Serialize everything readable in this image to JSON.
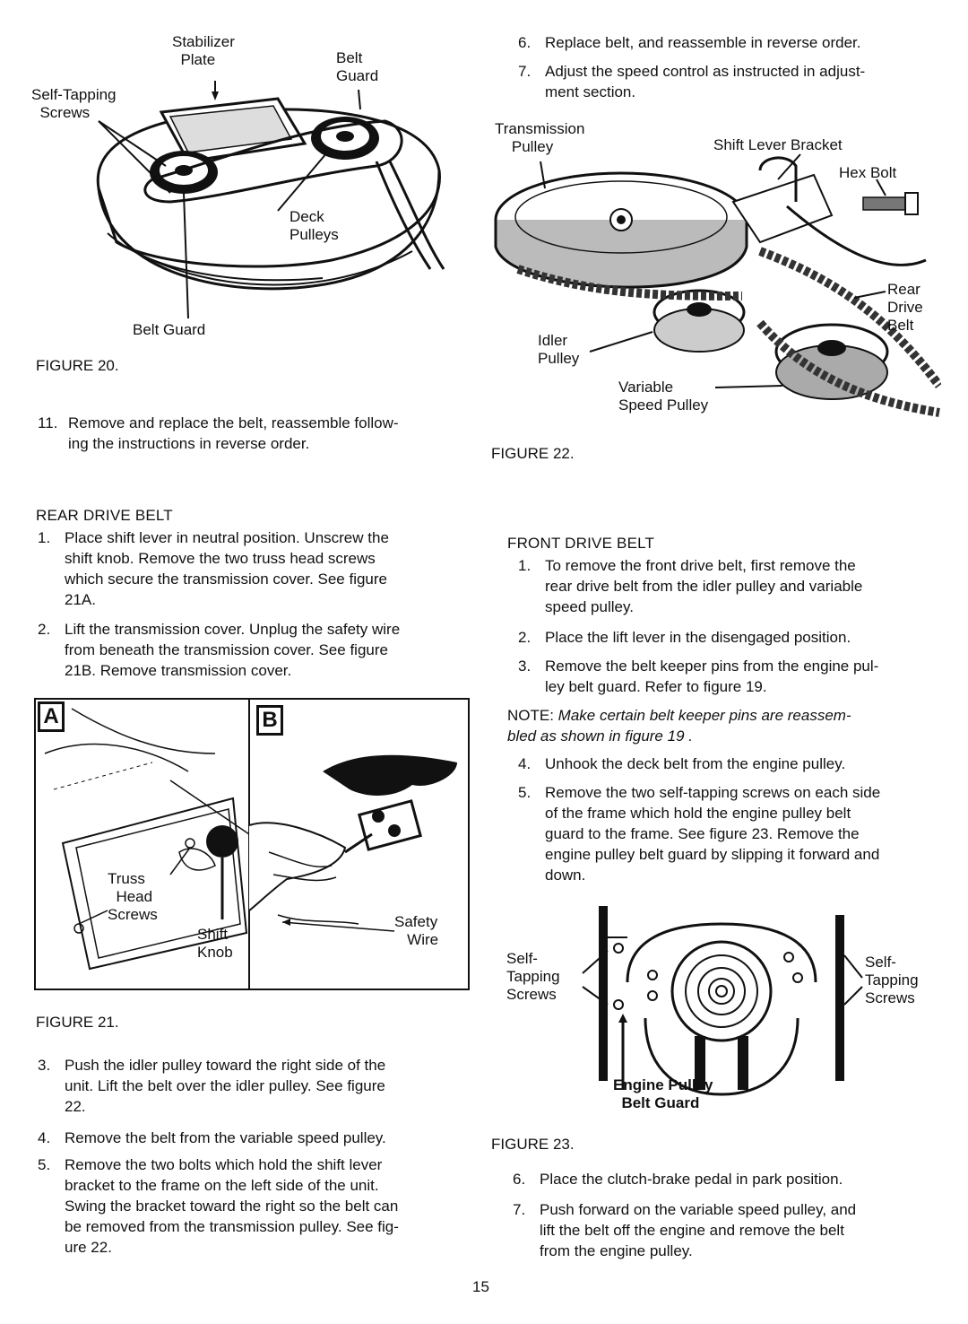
{
  "figure20": {
    "labels": {
      "stabilizer_plate": "Stabilizer\n  Plate",
      "belt_guard_top": "Belt\nGuard",
      "self_tapping_screws": "Self-Tapping\n  Screws",
      "deck_pulleys": "Deck\nPulleys",
      "belt_guard_bottom": "Belt Guard"
    },
    "caption": "FIGURE 20."
  },
  "step11": {
    "num": "11.",
    "text": "Remove and replace the belt, reassemble follow-\ning the instructions in reverse order."
  },
  "rear_drive_belt": {
    "heading": "REAR DRIVE BELT",
    "steps": [
      {
        "num": "1.",
        "text": "Place shift lever in neutral position. Unscrew the\nshift knob. Remove the two truss head screws\nwhich secure the transmission cover. See figure\n21A."
      },
      {
        "num": "2.",
        "text": "Lift the transmission cover. Unplug the safety wire\nfrom beneath the transmission cover. See figure\n21B. Remove transmission cover."
      }
    ]
  },
  "figure21": {
    "tag_a": "A",
    "tag_b": "B",
    "labels": {
      "truss_head_screws": "Truss\n  Head\nScrews",
      "shift_knob": "Shift\nKnob",
      "safety_wire": "Safety\n   Wire"
    },
    "caption": "FIGURE 21."
  },
  "rear_steps_2": [
    {
      "num": "3.",
      "text": "Push the idler pulley toward the right side of the\nunit. Lift the belt over the idler pulley. See figure\n22."
    },
    {
      "num": "4.",
      "text": "Remove the belt from the variable speed pulley."
    },
    {
      "num": "5.",
      "text": "Remove the two bolts which hold the shift lever\nbracket to the frame on the left side of the unit.\nSwing the bracket toward the right so the belt can\nbe removed from the transmission pulley. See fig-\nure 22."
    }
  ],
  "right_top_steps": [
    {
      "num": "6.",
      "text": "Replace belt, and reassemble in reverse order."
    },
    {
      "num": "7.",
      "text": "Adjust the speed control as instructed in adjust-\nment section."
    }
  ],
  "figure22": {
    "labels": {
      "transmission_pulley": "Transmission\n    Pulley",
      "shift_lever_bracket": "Shift Lever Bracket",
      "hex_bolt": "Hex Bolt",
      "rear_drive_belt": "Rear\nDrive\nBelt",
      "idler_pulley": "Idler\nPulley",
      "variable_speed_pulley": "Variable\nSpeed Pulley"
    },
    "caption": "FIGURE 22."
  },
  "front_drive_belt": {
    "heading": "FRONT DRIVE BELT",
    "steps": [
      {
        "num": "1.",
        "text": "To remove the front drive belt, first remove the\nrear drive belt from the idler pulley and variable\nspeed pulley."
      },
      {
        "num": "2.",
        "text": "Place the lift lever in the disengaged position."
      },
      {
        "num": "3.",
        "text": "Remove the belt keeper pins from the engine pul-\nley belt guard. Refer to figure 19."
      }
    ],
    "note_label": "NOTE:",
    "note_text": " Make certain belt keeper pins are reassem-\nbled as shown in figure 19 .",
    "steps2": [
      {
        "num": "4.",
        "text": "Unhook the deck belt from the engine pulley."
      },
      {
        "num": "5.",
        "text": "Remove the two self-tapping screws on each side\nof the frame which hold the engine pulley belt\nguard to the frame. See figure 23. Remove the\nengine pulley belt guard by slipping it forward and\ndown."
      }
    ]
  },
  "figure23": {
    "labels": {
      "self_tapping_left": "Self-\nTapping\nScrews",
      "self_tapping_right": "Self-\nTapping\nScrews",
      "engine_pulley_belt_guard": "Engine Pulley\n  Belt Guard"
    },
    "caption": "FIGURE 23."
  },
  "right_bottom_steps": [
    {
      "num": "6.",
      "text": "Place the clutch-brake pedal in park position."
    },
    {
      "num": "7.",
      "text": "Push forward on the variable speed pulley, and\nlift the belt off the engine and remove the belt\nfrom the engine pulley."
    }
  ],
  "page_number": "15"
}
